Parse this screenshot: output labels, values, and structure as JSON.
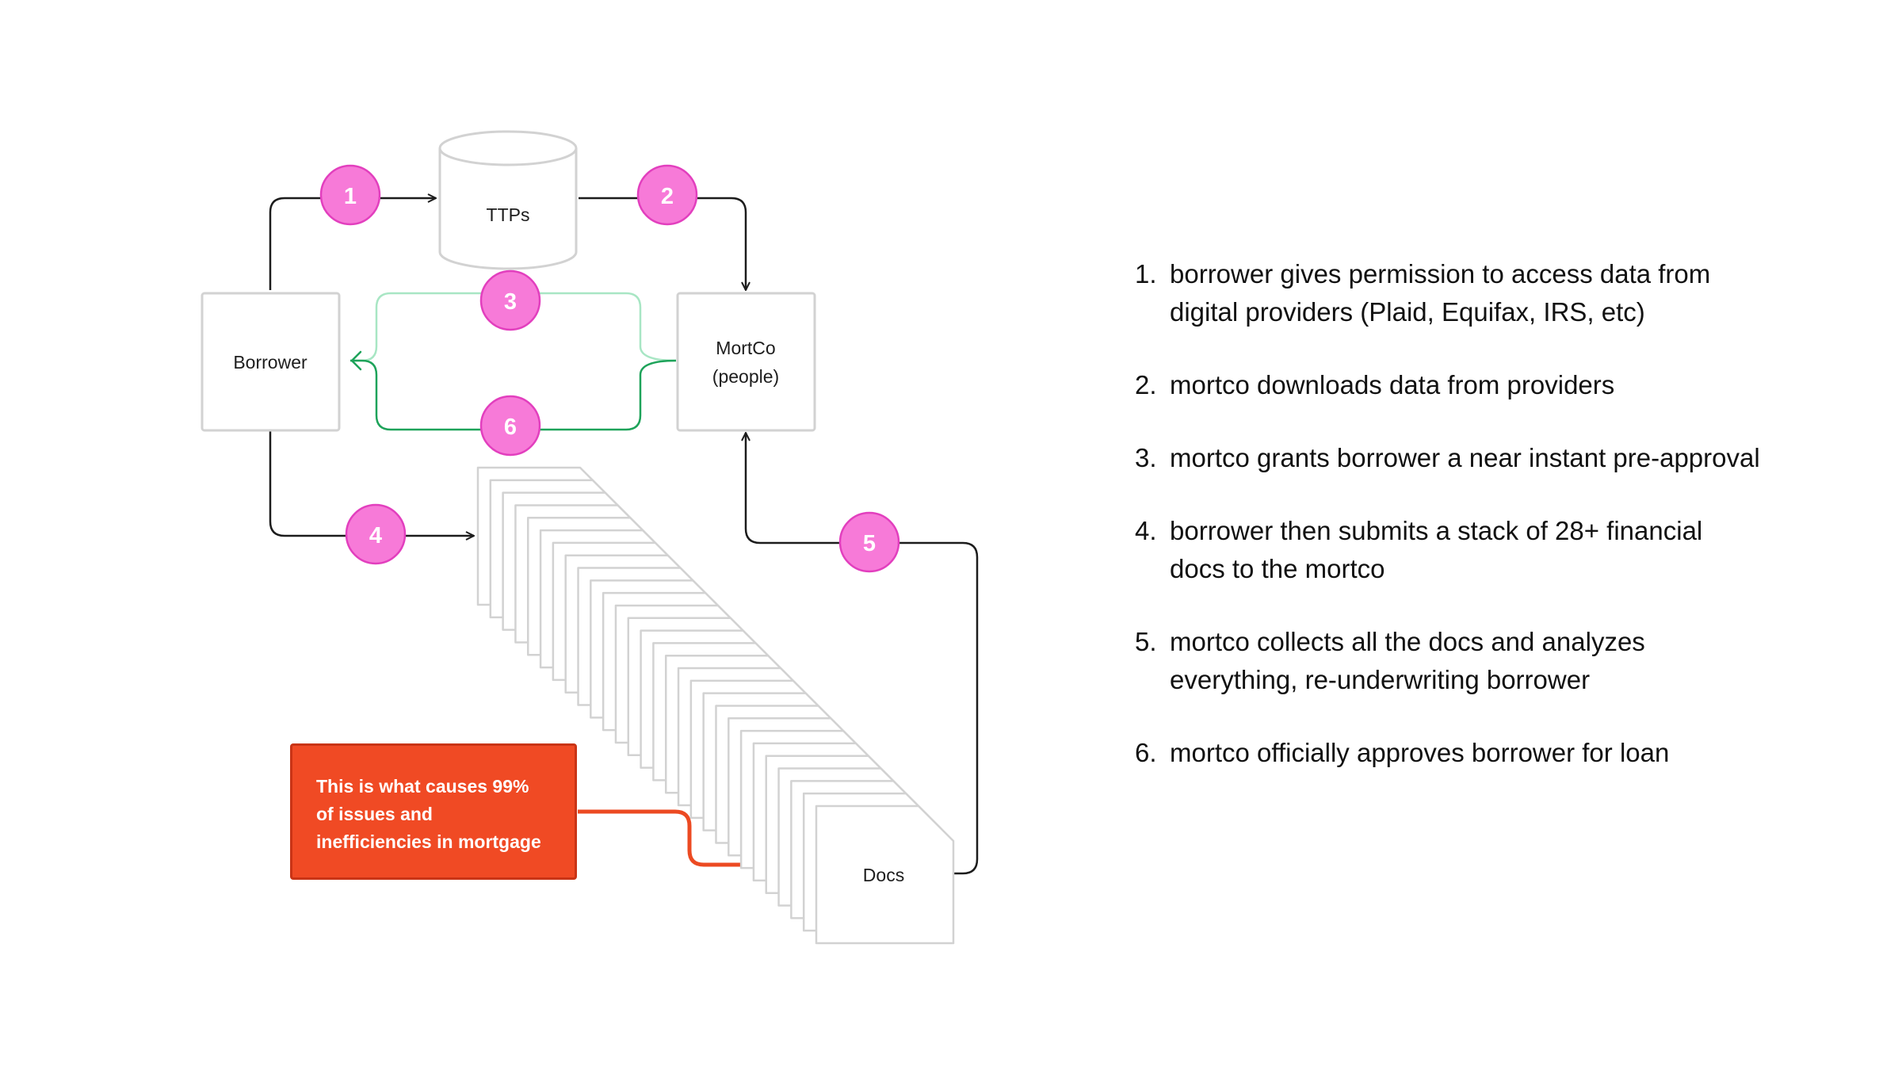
{
  "nodes": {
    "ttps": "TTPs",
    "borrower": "Borrower",
    "mortco_line1": "MortCo",
    "mortco_line2": "(people)",
    "docs": "Docs"
  },
  "badges": [
    "1",
    "2",
    "3",
    "4",
    "5",
    "6"
  ],
  "callout": {
    "line1": "This is what causes 99%",
    "line2": "of  issues and",
    "line3": "inefficiencies in mortgage"
  },
  "steps": [
    {
      "num": "1.",
      "text": "borrower gives permission to access data from digital providers (Plaid, Equifax, IRS, etc)"
    },
    {
      "num": "2.",
      "text": "mortco downloads data from providers"
    },
    {
      "num": "3.",
      "text": "mortco grants borrower a near instant pre-approval"
    },
    {
      "num": "4.",
      "text": "borrower then submits a stack of 28+ financial docs to the mortco"
    },
    {
      "num": "5.",
      "text": "mortco collects all the docs and analyzes everything, re-underwriting borrower"
    },
    {
      "num": "6.",
      "text": "mortco officially approves borrower for loan"
    }
  ],
  "colors": {
    "badge_fill": "#f77ad8",
    "badge_stroke": "#e23fbe",
    "green_light": "#a8e6c4",
    "green_dark": "#1ea35a",
    "callout": "#f04a24",
    "callout_arrow": "#ec4a22",
    "box_stroke": "#d2d2d2",
    "line": "#1c1c1c"
  }
}
